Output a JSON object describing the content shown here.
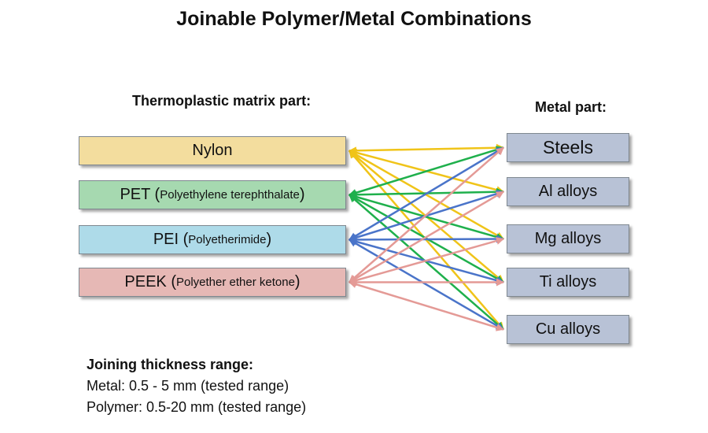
{
  "title": "Joinable Polymer/Metal Combinations",
  "polymer_header": "Thermoplastic matrix part:",
  "metal_header": "Metal part:",
  "polymers": [
    {
      "id": "nylon",
      "label": "Nylon",
      "sub": "",
      "arrow_color": "#f0c419"
    },
    {
      "id": "pet",
      "label": "PET (",
      "sub": "Polyethylene terephthalate",
      "close": ")",
      "arrow_color": "#1fb04c"
    },
    {
      "id": "pei",
      "label": "PEI (",
      "sub": "Polyetherimide",
      "close": ")",
      "arrow_color": "#4a74c9"
    },
    {
      "id": "peek",
      "label": "PEEK (",
      "sub": "Polyether ether ketone",
      "close": ")",
      "arrow_color": "#e49a96"
    }
  ],
  "metals": [
    {
      "id": "steels",
      "label": "Steels"
    },
    {
      "id": "al",
      "label": "Al alloys"
    },
    {
      "id": "mg",
      "label": "Mg alloys"
    },
    {
      "id": "ti",
      "label": "Ti alloys"
    },
    {
      "id": "cu",
      "label": "Cu alloys"
    }
  ],
  "combinations": [
    {
      "polymer": "nylon",
      "metal": "steels"
    },
    {
      "polymer": "nylon",
      "metal": "al"
    },
    {
      "polymer": "nylon",
      "metal": "mg"
    },
    {
      "polymer": "nylon",
      "metal": "ti"
    },
    {
      "polymer": "nylon",
      "metal": "cu"
    },
    {
      "polymer": "pet",
      "metal": "steels"
    },
    {
      "polymer": "pet",
      "metal": "al"
    },
    {
      "polymer": "pet",
      "metal": "mg"
    },
    {
      "polymer": "pet",
      "metal": "ti"
    },
    {
      "polymer": "pet",
      "metal": "cu"
    },
    {
      "polymer": "pei",
      "metal": "steels"
    },
    {
      "polymer": "pei",
      "metal": "al"
    },
    {
      "polymer": "pei",
      "metal": "mg"
    },
    {
      "polymer": "pei",
      "metal": "ti"
    },
    {
      "polymer": "pei",
      "metal": "cu"
    },
    {
      "polymer": "peek",
      "metal": "steels"
    },
    {
      "polymer": "peek",
      "metal": "al"
    },
    {
      "polymer": "peek",
      "metal": "mg"
    },
    {
      "polymer": "peek",
      "metal": "ti"
    },
    {
      "polymer": "peek",
      "metal": "cu"
    }
  ],
  "notes": {
    "heading": "Joining thickness range:",
    "metal": "Metal: 0.5 - 5 mm (tested range)",
    "polymer": "Polymer: 0.5-20 mm (tested range)"
  }
}
